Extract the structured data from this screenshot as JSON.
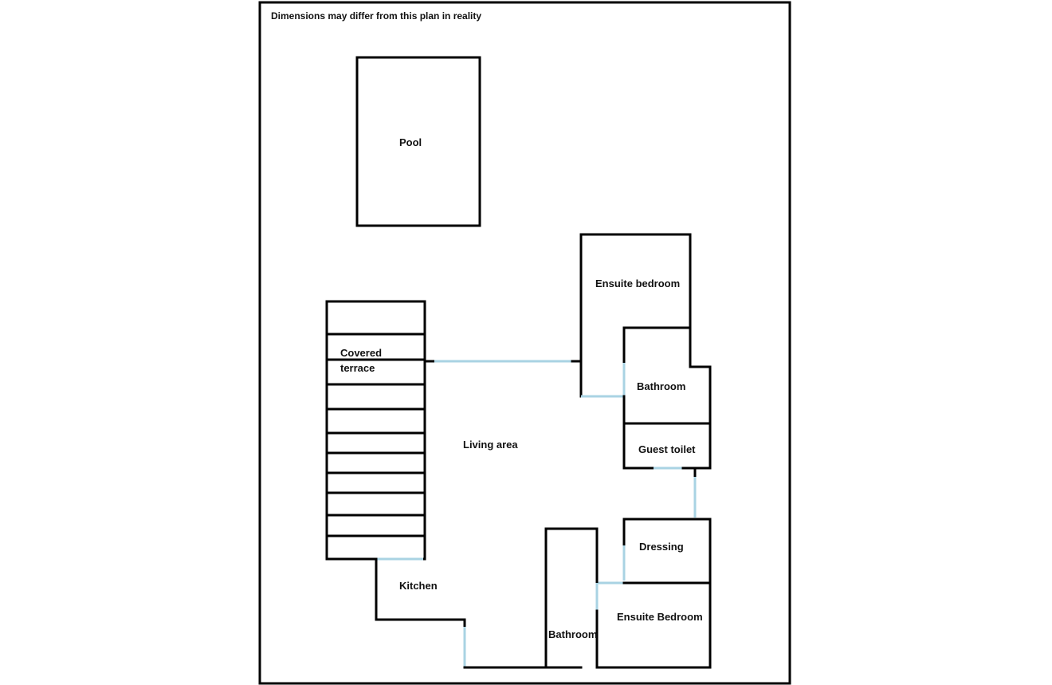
{
  "note": "Dimensions may differ from this plan in reality",
  "rooms": {
    "pool": "Pool",
    "ensuite_bedroom_top": "Ensuite bedroom",
    "covered_terrace_line1": "Covered",
    "covered_terrace_line2": "terrace",
    "bathroom_top": "Bathroom",
    "living_area": "Living area",
    "guest_toilet": "Guest toilet",
    "dressing": "Dressing",
    "kitchen": "Kitchen",
    "ensuite_bedroom_bottom": "Ensuite Bedroom",
    "bathroom_bottom": "Bathroom"
  },
  "colors": {
    "wall": "#000000",
    "door": "#a9d3e3"
  }
}
